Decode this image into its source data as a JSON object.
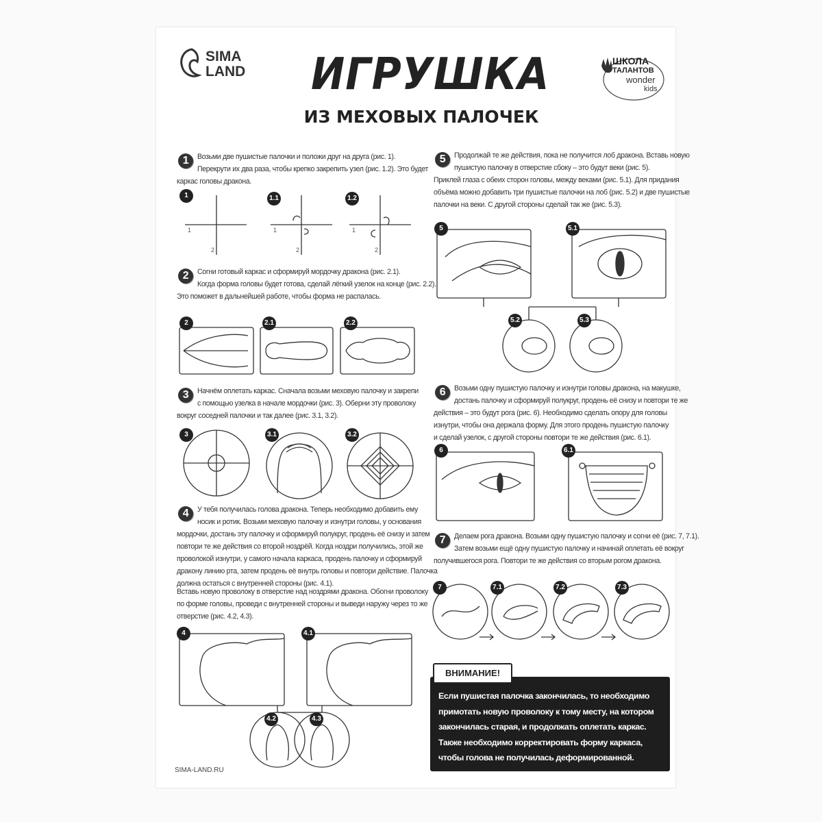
{
  "header": {
    "brand_left_line1": "SIMA",
    "brand_left_line2": "LAND",
    "title": "ИГРУШКА",
    "subtitle": "ИЗ МЕХОВЫХ ПАЛОЧЕК",
    "brand_right_line1": "ШКОЛА",
    "brand_right_line2": "ТАЛАНТОВ",
    "brand_right_line3": "wonder",
    "brand_right_line4": "kids"
  },
  "steps": [
    {
      "num": "1",
      "lines": [
        "Возьми две пушистые палочки и положи друг на друга (рис. 1).",
        "Перекрути их два раза, чтобы крепко закрепить узел (рис. 1.2). Это будет",
        "каркас головы дракона."
      ]
    },
    {
      "num": "2",
      "lines": [
        "Согни готовый каркас и сформируй мордочку дракона (рис. 2.1).",
        "Когда форма головы будет готова, сделай лёгкий узелок на конце (рис. 2.2).",
        "Это поможет в дальнейшей работе, чтобы форма не распалась."
      ]
    },
    {
      "num": "3",
      "lines": [
        "Начнём оплетать каркас. Сначала возьми меховую палочку и закрепи",
        "с помощью узелка в начале мордочки (рис. 3). Оберни эту проволоку",
        "вокруг соседней палочки и так далее (рис. 3.1, 3.2)."
      ]
    },
    {
      "num": "4",
      "lines": [
        "У тебя получилась голова дракона. Теперь необходимо добавить ему",
        "носик и ротик. Возьми меховую палочку и изнутри головы, у основания",
        "мордочки, достань эту палочку и сформируй полукруг, продень её снизу и затем",
        "повтори те же действия со второй ноздрёй. Когда ноздри получились, этой же",
        "проволокой изнутри, у самого начала каркаса, продень палочку и сформируй",
        "дракону линию рта, затем продень её внутрь головы и повтори действие. Палочка",
        "должна остаться с внутренней стороны (рис. 4.1)."
      ]
    },
    {
      "num": "5",
      "lines": [
        "Продолжай те же действия, пока не получится лоб дракона. Вставь новую",
        "пушистую палочку в отверстие сбоку – это будут веки (рис. 5).",
        "Приклей глаза с обеих сторон головы, между веками (рис. 5.1). Для придания",
        "объёма можно добавить три пушистые палочки на лоб (рис. 5.2) и две пушистые",
        "палочки на веки. С другой стороны сделай так же (рис. 5.3)."
      ]
    },
    {
      "num": "6",
      "lines": [
        "Возьми одну пушистую палочку и изнутри головы дракона, на макушке,",
        "достань палочку и сформируй полукруг, продень её снизу и повтори те же",
        "действия – это будут рога (рис. 6). Необходимо сделать опору для головы",
        "изнутри, чтобы она держала форму. Для этого продень пушистую палочку",
        "и сделай узелок, с другой стороны повтори те же действия (рис. 6.1)."
      ]
    },
    {
      "num": "7",
      "lines": [
        "Делаем рога дракона. Возьми одну пушистую палочку и согни её (рис. 7, 7.1).",
        "Затем возьми ещё одну пушистую палочку и начинай оплетать её вокруг",
        "получившегося рога. Повтори те же действия со вторым рогом дракона."
      ]
    }
  ],
  "step4_extra": {
    "lines": [
      "Вставь новую проволоку в отверстие над ноздрями дракона. Обогни проволоку",
      "по форме головы, проведи с внутренней стороны и выведи наружу через то же",
      "отверстие (рис. 4.2, 4.3)."
    ]
  },
  "figures": {
    "f1": "1",
    "f1_1": "1.1",
    "f1_2": "1.2",
    "axis1": "1",
    "axis2": "2",
    "f2": "2",
    "f2_1": "2.1",
    "f2_2": "2.2",
    "f3": "3",
    "f3_1": "3.1",
    "f3_2": "3.2",
    "f4": "4",
    "f4_1": "4.1",
    "f4_2": "4.2",
    "f4_3": "4.3",
    "f5": "5",
    "f5_1": "5.1",
    "f5_2": "5.2",
    "f5_3": "5.3",
    "f6": "6",
    "f6_1": "6.1",
    "f7": "7",
    "f7_1": "7.1",
    "f7_2": "7.2",
    "f7_3": "7.3"
  },
  "warning": {
    "title": "ВНИМАНИЕ!",
    "lines": [
      "Если пушистая палочка закончилась, то необходимо",
      "примотать новую проволоку к тому месту, на котором",
      "закончилась старая, и продолжать оплетать каркас.",
      "Также необходимо корректировать форму каркаса,",
      "чтобы голова не получилась деформированной."
    ]
  },
  "footer": {
    "site": "SIMA-LAND.RU"
  }
}
